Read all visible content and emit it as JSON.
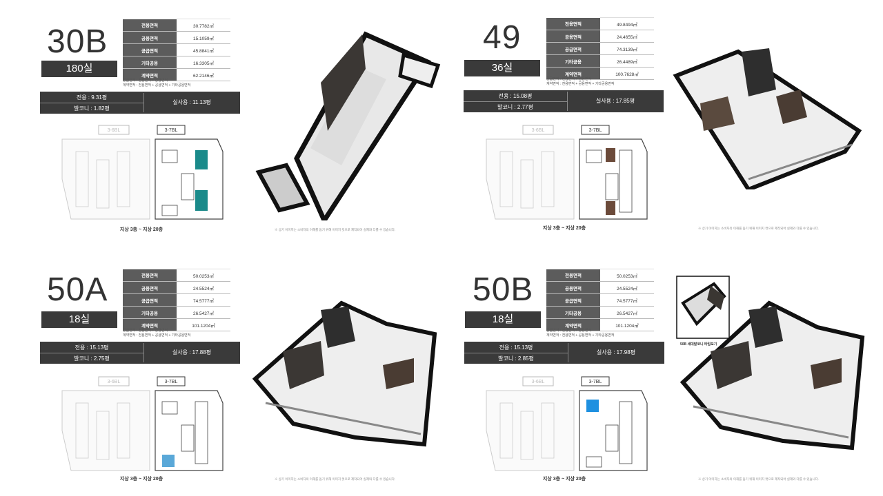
{
  "panels": [
    {
      "unit": "30B",
      "count": "180실",
      "areas": [
        {
          "label": "전용면적",
          "value": "30.7782㎡"
        },
        {
          "label": "공용면적",
          "value": "15.1059㎡"
        },
        {
          "label": "공급면적",
          "value": "45.8841㎡"
        },
        {
          "label": "기타공용",
          "value": "16.3305㎡"
        },
        {
          "label": "계약면적",
          "value": "62.2146㎡"
        }
      ],
      "note1": "공급면적 : 전용면적 + 공용면적",
      "note2": "계약면적 : 전용면적 + 공용면적 + 기타공용면적",
      "exclusive": "전용 : 9.31평",
      "balcony": "발코니 : 1.82평",
      "actual": "실사용 : 11.13평",
      "block_a": "3-6BL",
      "block_b": "3-7BL",
      "floors": "지상 3층 ~ 지상 20층",
      "disclaimer": "※ 상기 이미지는 소비자의 이해를 돕기 위해 이미지 컷으로 제작되어 실제와 다를 수 있습니다.",
      "highlight": "#1a8a8a"
    },
    {
      "unit": "49",
      "count": "36실",
      "areas": [
        {
          "label": "전용면적",
          "value": "49.8494㎡"
        },
        {
          "label": "공용면적",
          "value": "24.4655㎡"
        },
        {
          "label": "공급면적",
          "value": "74.3139㎡"
        },
        {
          "label": "기타공용",
          "value": "26.4489㎡"
        },
        {
          "label": "계약면적",
          "value": "100.7628㎡"
        }
      ],
      "note1": "공급면적 : 전용면적 + 공용면적",
      "note2": "계약면적 : 전용면적 + 공용면적 + 기타공용면적",
      "exclusive": "전용 : 15.08평",
      "balcony": "발코니 : 2.77평",
      "actual": "실사용 : 17.85평",
      "block_a": "3-6BL",
      "block_b": "3-7BL",
      "floors": "지상 3층 ~ 지상 20층",
      "disclaimer": "※ 상기 이미지는 소비자의 이해를 돕기 위해 이미지 컷으로 제작되어 실제와 다를 수 있습니다.",
      "highlight": "#6b4a3a"
    },
    {
      "unit": "50A",
      "count": "18실",
      "areas": [
        {
          "label": "전용면적",
          "value": "50.0253㎡"
        },
        {
          "label": "공용면적",
          "value": "24.5524㎡"
        },
        {
          "label": "공급면적",
          "value": "74.5777㎡"
        },
        {
          "label": "기타공용",
          "value": "26.5427㎡"
        },
        {
          "label": "계약면적",
          "value": "101.1204㎡"
        }
      ],
      "note1": "공급면적 : 전용면적 + 공용면적",
      "note2": "계약면적 : 전용면적 + 공용면적 + 기타공용면적",
      "exclusive": "전용 : 15.13평",
      "balcony": "발코니 : 2.75평",
      "actual": "실사용 : 17.88평",
      "block_a": "3-6BL",
      "block_b": "3-7BL",
      "floors": "지상 3층 ~ 지상 20층",
      "disclaimer": "※ 상기 이미지는 소비자의 이해를 돕기 위해 이미지 컷으로 제작되어 실제와 다를 수 있습니다.",
      "highlight": "#5aa8d8"
    },
    {
      "unit": "50B",
      "count": "18실",
      "areas": [
        {
          "label": "전용면적",
          "value": "50.0253㎡"
        },
        {
          "label": "공용면적",
          "value": "24.5524㎡"
        },
        {
          "label": "공급면적",
          "value": "74.5777㎡"
        },
        {
          "label": "기타공용",
          "value": "26.5427㎡"
        },
        {
          "label": "계약면적",
          "value": "101.1204㎡"
        }
      ],
      "note1": "공급면적 : 전용면적 + 공용면적",
      "note2": "계약면적 : 전용면적 + 공용면적 + 기타공용면적",
      "exclusive": "전용 : 15.13평",
      "balcony": "발코니 : 2.85평",
      "actual": "실사용 : 17.98평",
      "block_a": "3-6BL",
      "block_b": "3-7BL",
      "floors": "지상 3층 ~ 지상 20층",
      "disclaimer": "※ 상기 이미지는 소비자의 이해를 돕기 위해 이미지 컷으로 제작되어 실제와 다를 수 있습니다.",
      "inset_caption": "50B 세대발코니 타입보기",
      "highlight": "#1e90e0"
    }
  ]
}
